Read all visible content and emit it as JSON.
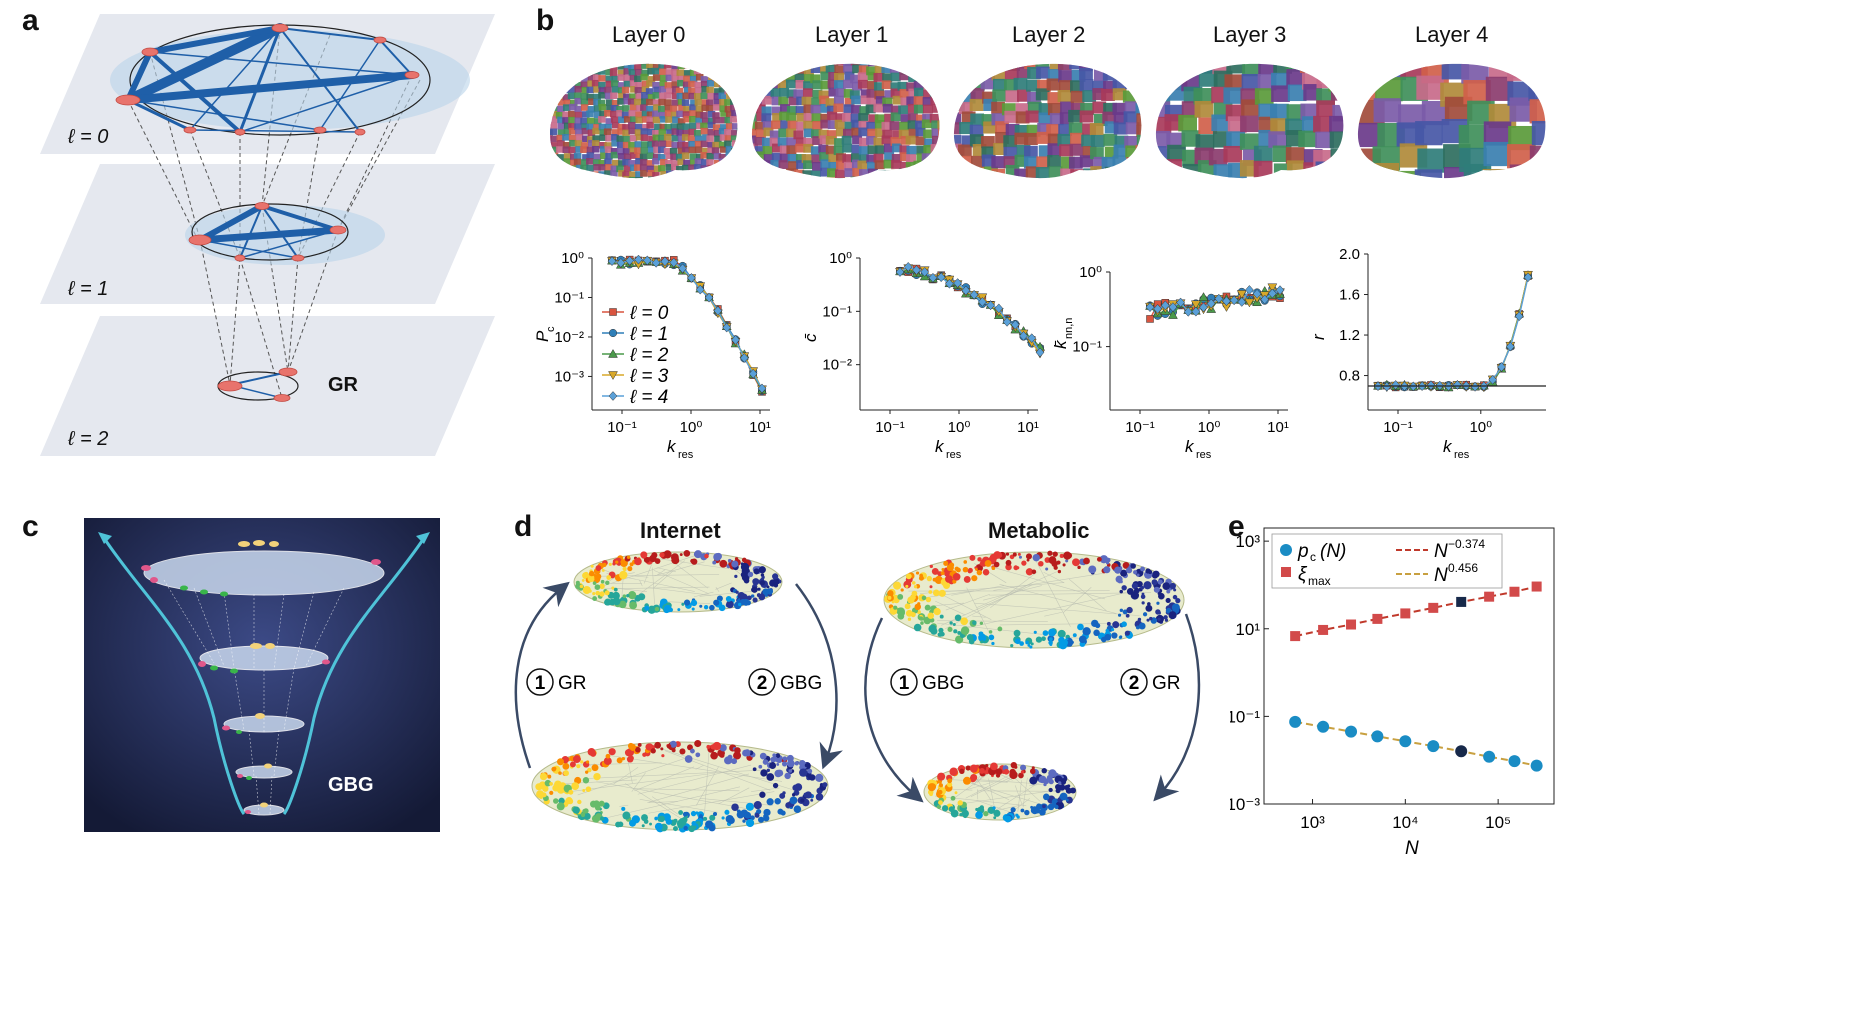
{
  "panels": {
    "a": "a",
    "b": "b",
    "c": "c",
    "d": "d",
    "e": "e"
  },
  "panel_a": {
    "layer_labels": [
      "ℓ = 0",
      "ℓ = 1",
      "ℓ = 2"
    ],
    "gr_label": "GR",
    "plane_color": "#e5e8ef",
    "edge_color": "#1f5fa8",
    "node_color": "#e8736c"
  },
  "panel_b": {
    "layer_titles": [
      "Layer 0",
      "Layer 1",
      "Layer 2",
      "Layer 3",
      "Layer 4"
    ],
    "legend": [
      "ℓ = 0",
      "ℓ = 1",
      "ℓ = 2",
      "ℓ = 3",
      "ℓ = 4"
    ],
    "series_colors": [
      "#d9543f",
      "#2f7fb8",
      "#4a9a4a",
      "#d8a82a",
      "#5aa0d8"
    ],
    "plots": [
      {
        "xlabel": "k",
        "xsub": "res",
        "ylabel": "P",
        "ysub": "c",
        "yticks": [
          "10⁰",
          "10⁻¹",
          "10⁻²",
          "10⁻³"
        ],
        "xticks": [
          "10⁻¹",
          "10⁰",
          "10¹"
        ]
      },
      {
        "xlabel": "k",
        "xsub": "res",
        "ylabel": "c̄",
        "yticks": [
          "10⁰",
          "10⁻¹",
          "10⁻²"
        ],
        "xticks": [
          "10⁻¹",
          "10⁰",
          "10¹"
        ]
      },
      {
        "xlabel": "k",
        "xsub": "res",
        "ylabel": "k̄",
        "ysub": "nn,n",
        "yticks": [
          "10⁰",
          "10⁻¹"
        ],
        "xticks": [
          "10⁻¹",
          "10⁰",
          "10¹"
        ]
      },
      {
        "xlabel": "k",
        "xsub": "res",
        "ylabel": "r",
        "yticks": [
          "2.0",
          "1.6",
          "1.2",
          "0.8"
        ],
        "xticks": [
          "10⁻¹",
          "10⁰"
        ]
      }
    ]
  },
  "panel_c": {
    "gbg_label": "GBG",
    "background": "#1b2348"
  },
  "panel_d": {
    "internet_title": "Internet",
    "metabolic_title": "Metabolic",
    "left_step1": "GR",
    "left_step2": "GBG",
    "right_step1": "GBG",
    "right_step2": "GR",
    "step_numbers": [
      "1",
      "2"
    ]
  },
  "chart_data": {
    "type": "scatter",
    "panel": "e",
    "xlabel": "N",
    "x_scale": "log",
    "y_scale": "log",
    "xticks": [
      "10³",
      "10⁴",
      "10⁵"
    ],
    "yticks": [
      "10³",
      "10¹",
      "10⁻¹",
      "10⁻³"
    ],
    "series": [
      {
        "name": "ξmax",
        "legend_main": "ξ",
        "legend_sub": "max",
        "marker": "square",
        "color": "#d24a4a",
        "x": [
          650,
          1300,
          2600,
          5000,
          10000,
          20000,
          40000,
          80000,
          150000,
          260000
        ],
        "y": [
          6.8,
          9.4,
          12.5,
          16.8,
          22.4,
          30.0,
          41.0,
          54.0,
          70.0,
          92.0
        ]
      },
      {
        "name": "pc (N)",
        "legend_main": "p",
        "legend_sub": "c",
        "legend_suffix": " (N)",
        "marker": "circle",
        "color": "#1a8cc4",
        "x": [
          650,
          1300,
          2600,
          5000,
          10000,
          20000,
          40000,
          80000,
          150000,
          260000
        ],
        "y": [
          0.075,
          0.058,
          0.045,
          0.035,
          0.027,
          0.021,
          0.016,
          0.012,
          0.0095,
          0.0075
        ]
      }
    ],
    "fits": [
      {
        "label_base": "N",
        "label_exp": "−0.374",
        "color": "#c0392b",
        "style": "dashed"
      },
      {
        "label_base": "N",
        "label_exp": "0.456",
        "color": "#c8a040",
        "style": "dashed"
      }
    ],
    "legend_position": "top"
  }
}
